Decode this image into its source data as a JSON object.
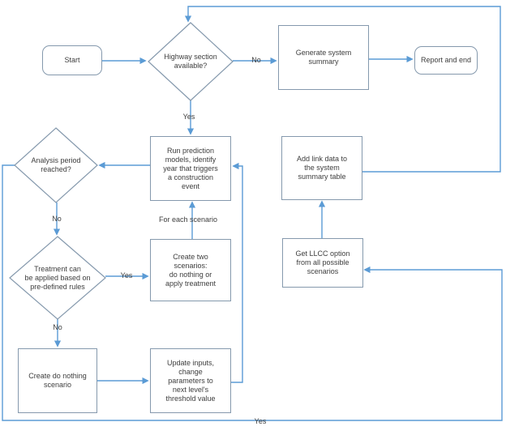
{
  "diagram": {
    "type": "flowchart",
    "colors": {
      "connector": "#5b9bd5",
      "node_border": "#8599ad",
      "node_fill": "#ffffff",
      "text": "#3d3d3d"
    },
    "nodes": {
      "start": {
        "label": "Start",
        "shape": "terminator"
      },
      "highway_available": {
        "label": "Highway section\navailable?",
        "shape": "decision"
      },
      "generate_summary": {
        "label": "Generate system\nsummary",
        "shape": "process"
      },
      "report_end": {
        "label": "Report and end",
        "shape": "terminator"
      },
      "run_prediction": {
        "label": "Run prediction\nmodels, identify\nyear that triggers\na construction\nevent",
        "shape": "process"
      },
      "analysis_period": {
        "label": "Analysis period\nreached?",
        "shape": "decision"
      },
      "add_link_data": {
        "label": "Add link data to\nthe system\nsummary table",
        "shape": "process"
      },
      "treatment_rules": {
        "label": "Treatment can\nbe applied based on\npre-defined rules",
        "shape": "decision"
      },
      "create_two_scenarios": {
        "label": "Create two\nscenarios:\ndo nothing or\napply treatment",
        "shape": "process"
      },
      "get_llcc": {
        "label": "Get LLCC option\nfrom all possible\nscenarios",
        "shape": "process"
      },
      "create_do_nothing": {
        "label": "Create do nothing\nscenario",
        "shape": "process"
      },
      "update_inputs": {
        "label": "Update inputs,\nchange\nparameters to\nnext level's\nthreshold value",
        "shape": "process"
      }
    },
    "edge_labels": {
      "no_highway": "No",
      "yes_highway": "Yes",
      "no_analysis": "No",
      "for_each_scenario": "For each scenario",
      "yes_treatment": "Yes",
      "no_treatment": "No",
      "yes_analysis": "Yes"
    }
  }
}
